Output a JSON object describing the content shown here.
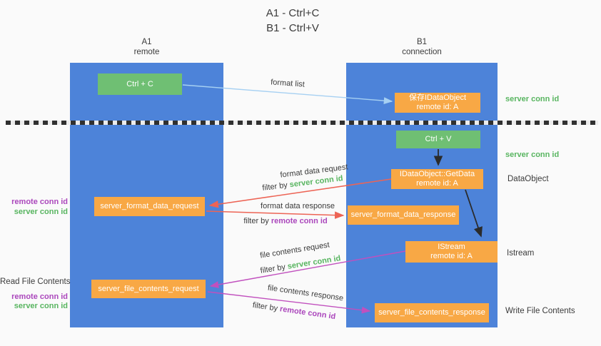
{
  "title": {
    "line1": "A1 - Ctrl+C",
    "line2": "B1 - Ctrl+V"
  },
  "lanes": {
    "a1": {
      "name": "A1",
      "subtitle": "remote"
    },
    "b1": {
      "name": "B1",
      "subtitle": "connection"
    }
  },
  "boxes": {
    "ctrl_c": {
      "label": "Ctrl + C"
    },
    "save_idataobject": {
      "line1": "保存IDataObject",
      "line2": "remote id: A"
    },
    "ctrl_v": {
      "label": "Ctrl + V"
    },
    "getdata": {
      "line1": "IDataObject::GetData",
      "line2": "remote id: A"
    },
    "server_format_data_request": {
      "label": "server_format_data_request"
    },
    "server_format_data_response": {
      "label": "server_format_data_response"
    },
    "istream": {
      "line1": "IStream",
      "line2": "remote id: A"
    },
    "server_file_contents_request": {
      "label": "server_file_contents_request"
    },
    "server_file_contents_response": {
      "label": "server_file_contents_response"
    }
  },
  "arrow_labels": {
    "format_list": "format list",
    "format_data_request": {
      "line1": "format data request",
      "filter_prefix": "filter by ",
      "filter_term": "server conn id"
    },
    "format_data_response": {
      "line1": "format data response",
      "filter_prefix": "filter by ",
      "filter_term": "remote conn id"
    },
    "file_contents_request": {
      "line1": "file contents request",
      "filter_prefix": "filter by ",
      "filter_term": "server conn id"
    },
    "file_contents_response": {
      "line1": "file contents response",
      "filter_prefix": "filter by ",
      "filter_term": "remote conn id"
    }
  },
  "side_labels": {
    "left": [
      {
        "text": "remote conn id",
        "color": "purple"
      },
      {
        "text": "server conn id",
        "color": "green"
      },
      {
        "text": "Read File Contents",
        "color": "dark"
      },
      {
        "text": "remote conn id",
        "color": "purple"
      },
      {
        "text": "server conn id",
        "color": "green"
      }
    ],
    "right": [
      {
        "text": "server conn id",
        "color": "green"
      },
      {
        "text": "server conn id",
        "color": "green"
      },
      {
        "text": "DataObject",
        "color": "dark"
      },
      {
        "text": "Istream",
        "color": "dark"
      },
      {
        "text": "Write File Contents",
        "color": "dark"
      }
    ]
  },
  "colors": {
    "background": "#fafafa",
    "lane_blue": "#4d83d9",
    "box_green": "#6fbf73",
    "box_orange": "#f8a845",
    "text_dark": "#3b3b3b",
    "box_text": "#ffffff",
    "conn_green": "#58b560",
    "conn_purple": "#ab47bc",
    "arrow_red": "#ed6455",
    "arrow_magenta": "#c150be",
    "arrow_blue": "#a6d0f2",
    "arrow_black": "#2b2b2b",
    "divider": "#303030"
  }
}
